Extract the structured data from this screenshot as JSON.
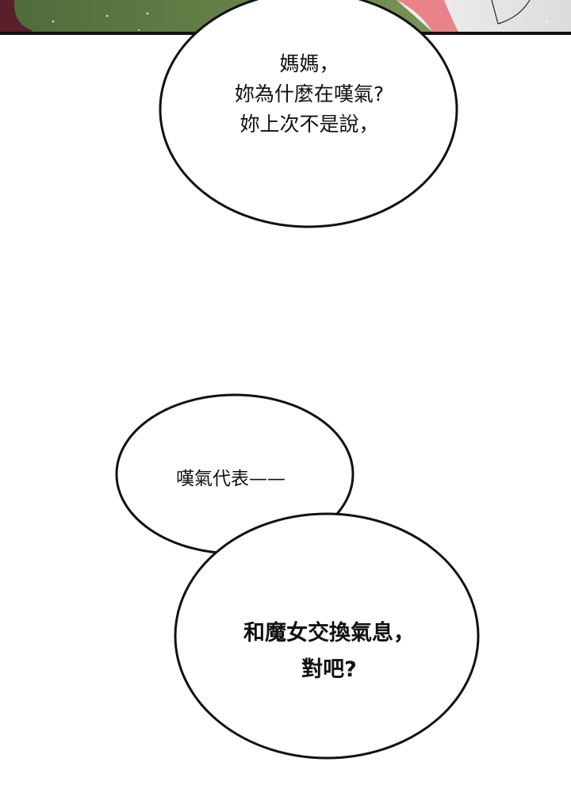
{
  "comic_page": {
    "top_panel": {
      "colors": {
        "left_background_green": "#6f8a4e",
        "left_edge_maroon": "#5a1f2a",
        "center_right_pink": "#e8838a",
        "right_background_gray": "#e6e6e6",
        "border": "#111111"
      }
    },
    "bubbles": [
      {
        "id": "bubble-1",
        "lines": [
          "媽媽，",
          "妳為什麼在嘆氣?",
          "妳上次不是說，"
        ],
        "text": "媽媽，\n妳為什麼在嘆氣?\n妳上次不是說，"
      },
      {
        "id": "bubble-2",
        "text": "嘆氣代表——"
      },
      {
        "id": "bubble-3",
        "lines": [
          "和魔女交換氣息，",
          "對吧?"
        ],
        "text": "和魔女交換氣息，\n對吧?",
        "bold": true
      }
    ]
  }
}
